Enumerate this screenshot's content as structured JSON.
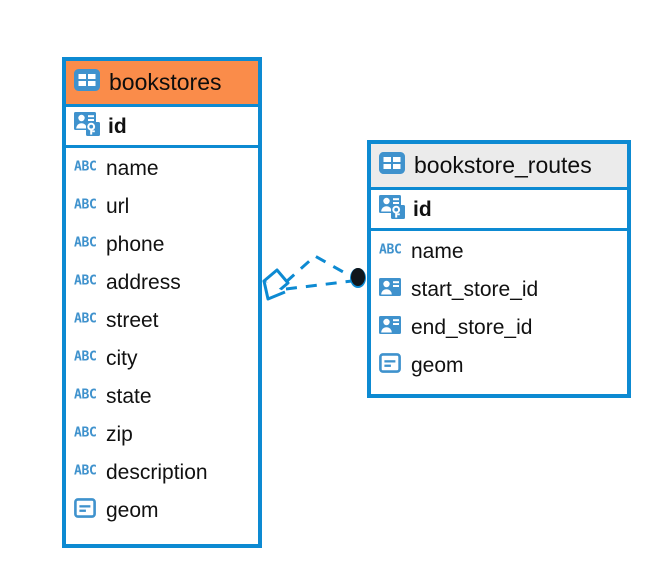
{
  "diagram": {
    "type": "entity-relationship-diagram",
    "background": "#ffffff",
    "accent_blue": "#0d8ad2",
    "icon_blue": "#3f92cd",
    "header_orange": "#fa8c4a",
    "header_gray": "#ebebeb",
    "endpoint_dark": "#10161c"
  },
  "tables": [
    {
      "name": "bookstores",
      "header_label": "bookstores",
      "header_color": "#fa8c4a",
      "header_icon": "table-grid-icon",
      "selected": true,
      "primary_keys": [
        {
          "label": "id",
          "icon": "primary-key-icon",
          "type": "pk"
        }
      ],
      "fields": [
        {
          "label": "name",
          "icon": "abc-text-icon",
          "type": "text"
        },
        {
          "label": "url",
          "icon": "abc-text-icon",
          "type": "text"
        },
        {
          "label": "phone",
          "icon": "abc-text-icon",
          "type": "text"
        },
        {
          "label": "address",
          "icon": "abc-text-icon",
          "type": "text"
        },
        {
          "label": "street",
          "icon": "abc-text-icon",
          "type": "text"
        },
        {
          "label": "city",
          "icon": "abc-text-icon",
          "type": "text"
        },
        {
          "label": "state",
          "icon": "abc-text-icon",
          "type": "text"
        },
        {
          "label": "zip",
          "icon": "abc-text-icon",
          "type": "text"
        },
        {
          "label": "description",
          "icon": "abc-text-icon",
          "type": "text"
        },
        {
          "label": "geom",
          "icon": "geometry-icon",
          "type": "geometry"
        }
      ]
    },
    {
      "name": "bookstore_routes",
      "header_label": "bookstore_routes",
      "header_color": "#ebebeb",
      "header_icon": "table-grid-icon",
      "selected": false,
      "primary_keys": [
        {
          "label": "id",
          "icon": "primary-key-icon",
          "type": "pk"
        }
      ],
      "fields": [
        {
          "label": "name",
          "icon": "abc-text-icon",
          "type": "text"
        },
        {
          "label": "start_store_id",
          "icon": "foreign-key-icon",
          "type": "fk"
        },
        {
          "label": "end_store_id",
          "icon": "foreign-key-icon",
          "type": "fk"
        },
        {
          "label": "geom",
          "icon": "geometry-icon",
          "type": "geometry"
        }
      ]
    }
  ],
  "relationship": {
    "from_table": "bookstores",
    "to_table": "bookstore_routes",
    "line_style": "dashed",
    "line_color": "#0d8ad2",
    "source_marker": "diamond-crowsfoot-marker",
    "target_marker": "filled-circle-marker"
  }
}
